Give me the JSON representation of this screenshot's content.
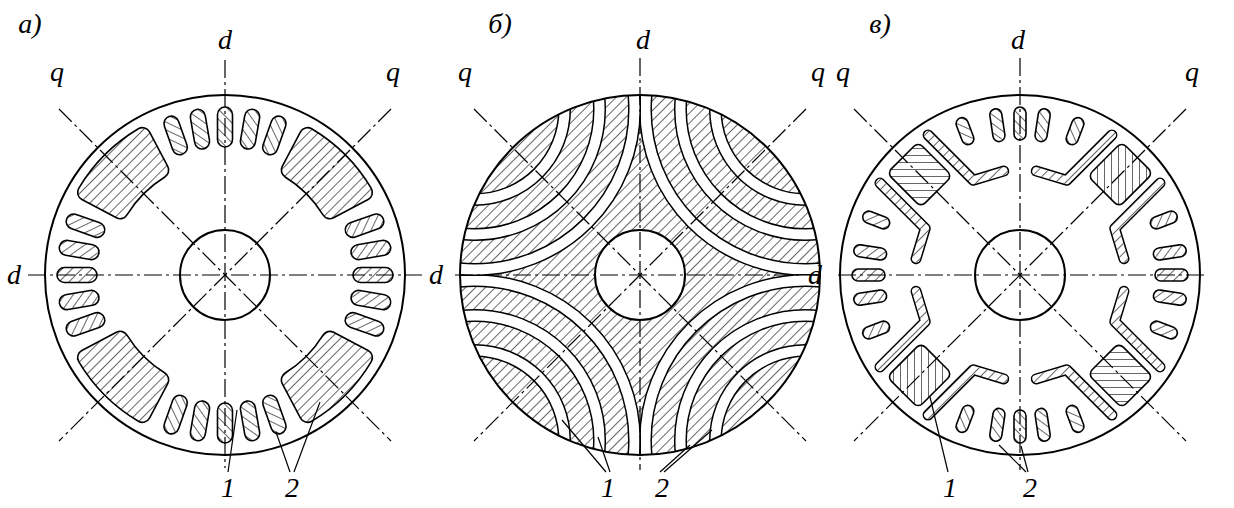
{
  "diagram": {
    "labels": [
      "а)",
      "d",
      "q",
      "q",
      "d",
      "d",
      "1",
      "2",
      "б)",
      "d",
      "q",
      "q",
      "d",
      "1",
      "2",
      "в)",
      "d",
      "q",
      "q",
      "1",
      "2"
    ]
  }
}
